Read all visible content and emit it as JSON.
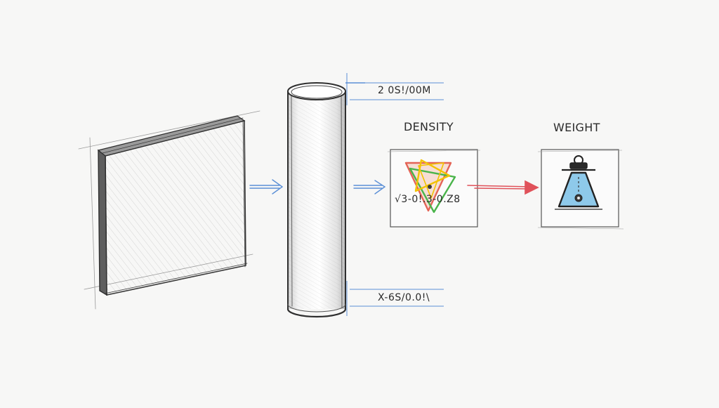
{
  "labels": {
    "density": "DENSITY",
    "weight": "WEIGHT"
  },
  "dimensions": {
    "top": "2 0S!/00M",
    "bottom": "X-6S/0.0!\\",
    "density_readout": "√3-0!.3-0.Z8"
  },
  "colors": {
    "pencil": "#3a3a3a",
    "blue_arrow": "#5b8fd6",
    "red_arrow": "#e0525a",
    "flask_fill": "#8ec9ea",
    "tri_yellow": "#f2c200",
    "tri_green": "#49b44a",
    "tri_red": "#e04a3a"
  }
}
